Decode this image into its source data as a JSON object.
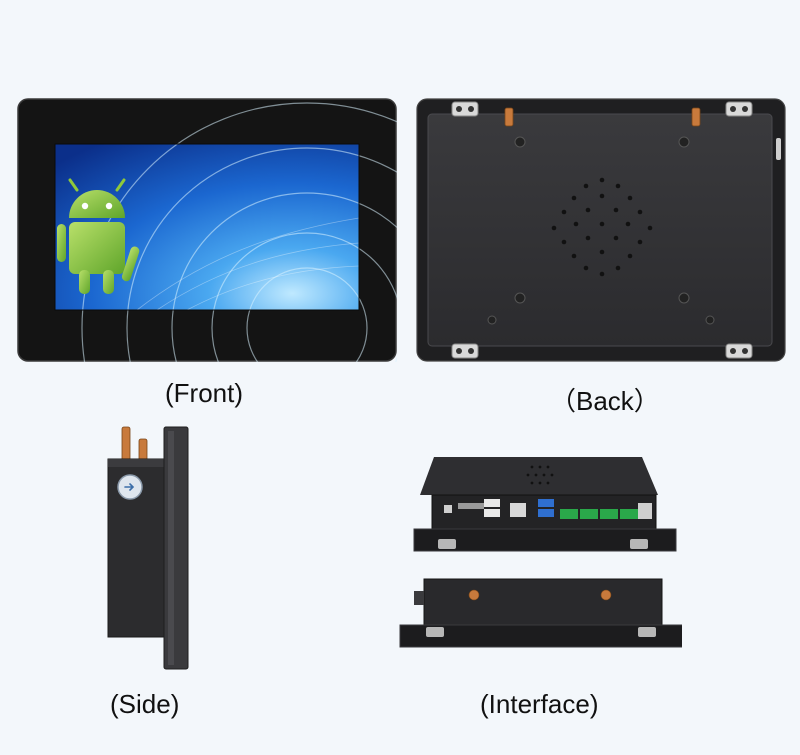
{
  "captions": {
    "front": "(Front)",
    "back": "（Back）",
    "side": "(Side)",
    "interface": "(Interface)"
  },
  "colors": {
    "background": "#f3f7fb",
    "device_body": "#2a2a2c",
    "bezel": "#141414",
    "screen_blue": "#1f6fd6",
    "android_green": "#8fc93a",
    "antenna_copper": "#c87a3c",
    "terminal_green": "#2aa84a",
    "usb_blue": "#2f6fd0"
  },
  "icons": {
    "screen_logo": "android-robot",
    "side_button": "power-icon"
  }
}
